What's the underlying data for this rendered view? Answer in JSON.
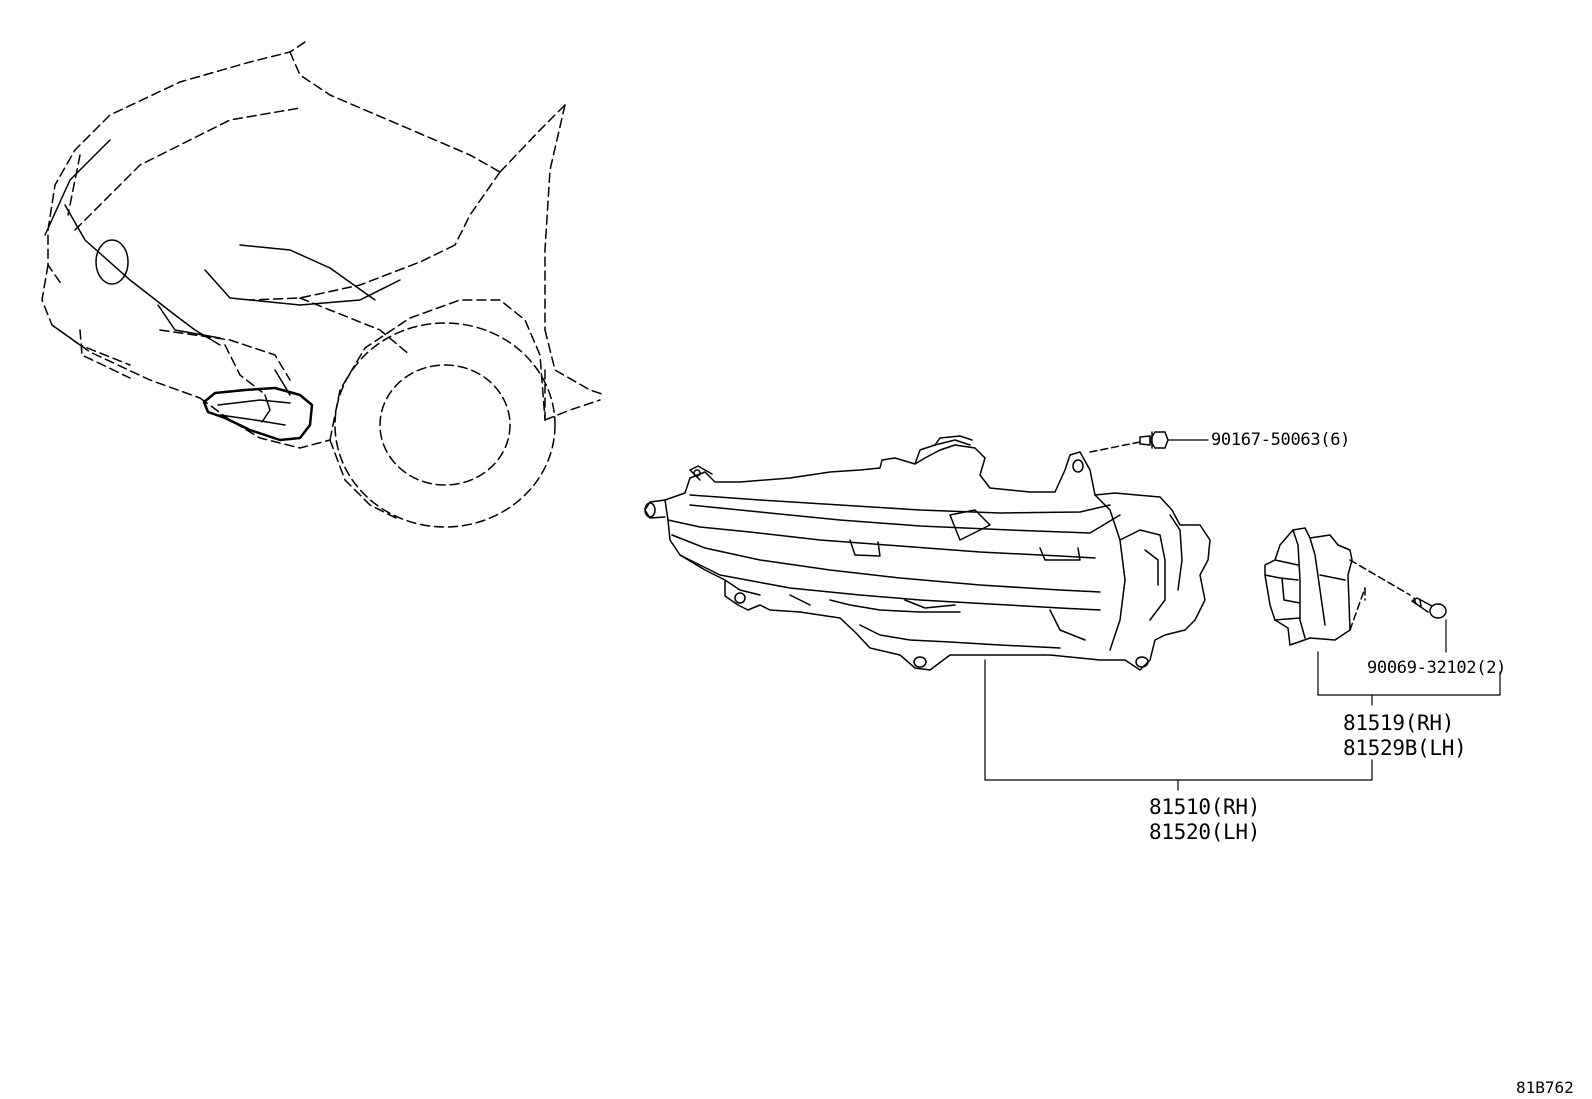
{
  "callouts": {
    "bolt": "90167-50063(6)",
    "screw": "90069-32102(2)",
    "module_rh": "81519(RH)",
    "module_lh": "81529B(LH)",
    "lamp_rh": "81510(RH)",
    "lamp_lh": "81520(LH)"
  },
  "figure_code": "81B762"
}
